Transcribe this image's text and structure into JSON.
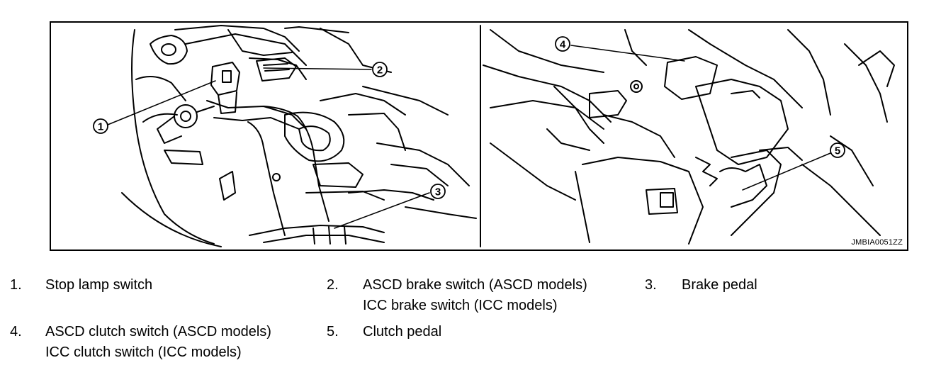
{
  "figure": {
    "code": "JMBIA0051ZZ",
    "callouts": [
      "1",
      "2",
      "3",
      "4",
      "5"
    ]
  },
  "legend": [
    {
      "num": "1.",
      "lines": [
        "Stop lamp switch"
      ]
    },
    {
      "num": "2.",
      "lines": [
        "ASCD brake switch (ASCD models)",
        "ICC brake switch (ICC models)"
      ]
    },
    {
      "num": "3.",
      "lines": [
        "Brake pedal"
      ]
    },
    {
      "num": "4.",
      "lines": [
        "ASCD clutch switch (ASCD models)",
        "ICC clutch switch (ICC models)"
      ]
    },
    {
      "num": "5.",
      "lines": [
        "Clutch pedal"
      ]
    }
  ]
}
